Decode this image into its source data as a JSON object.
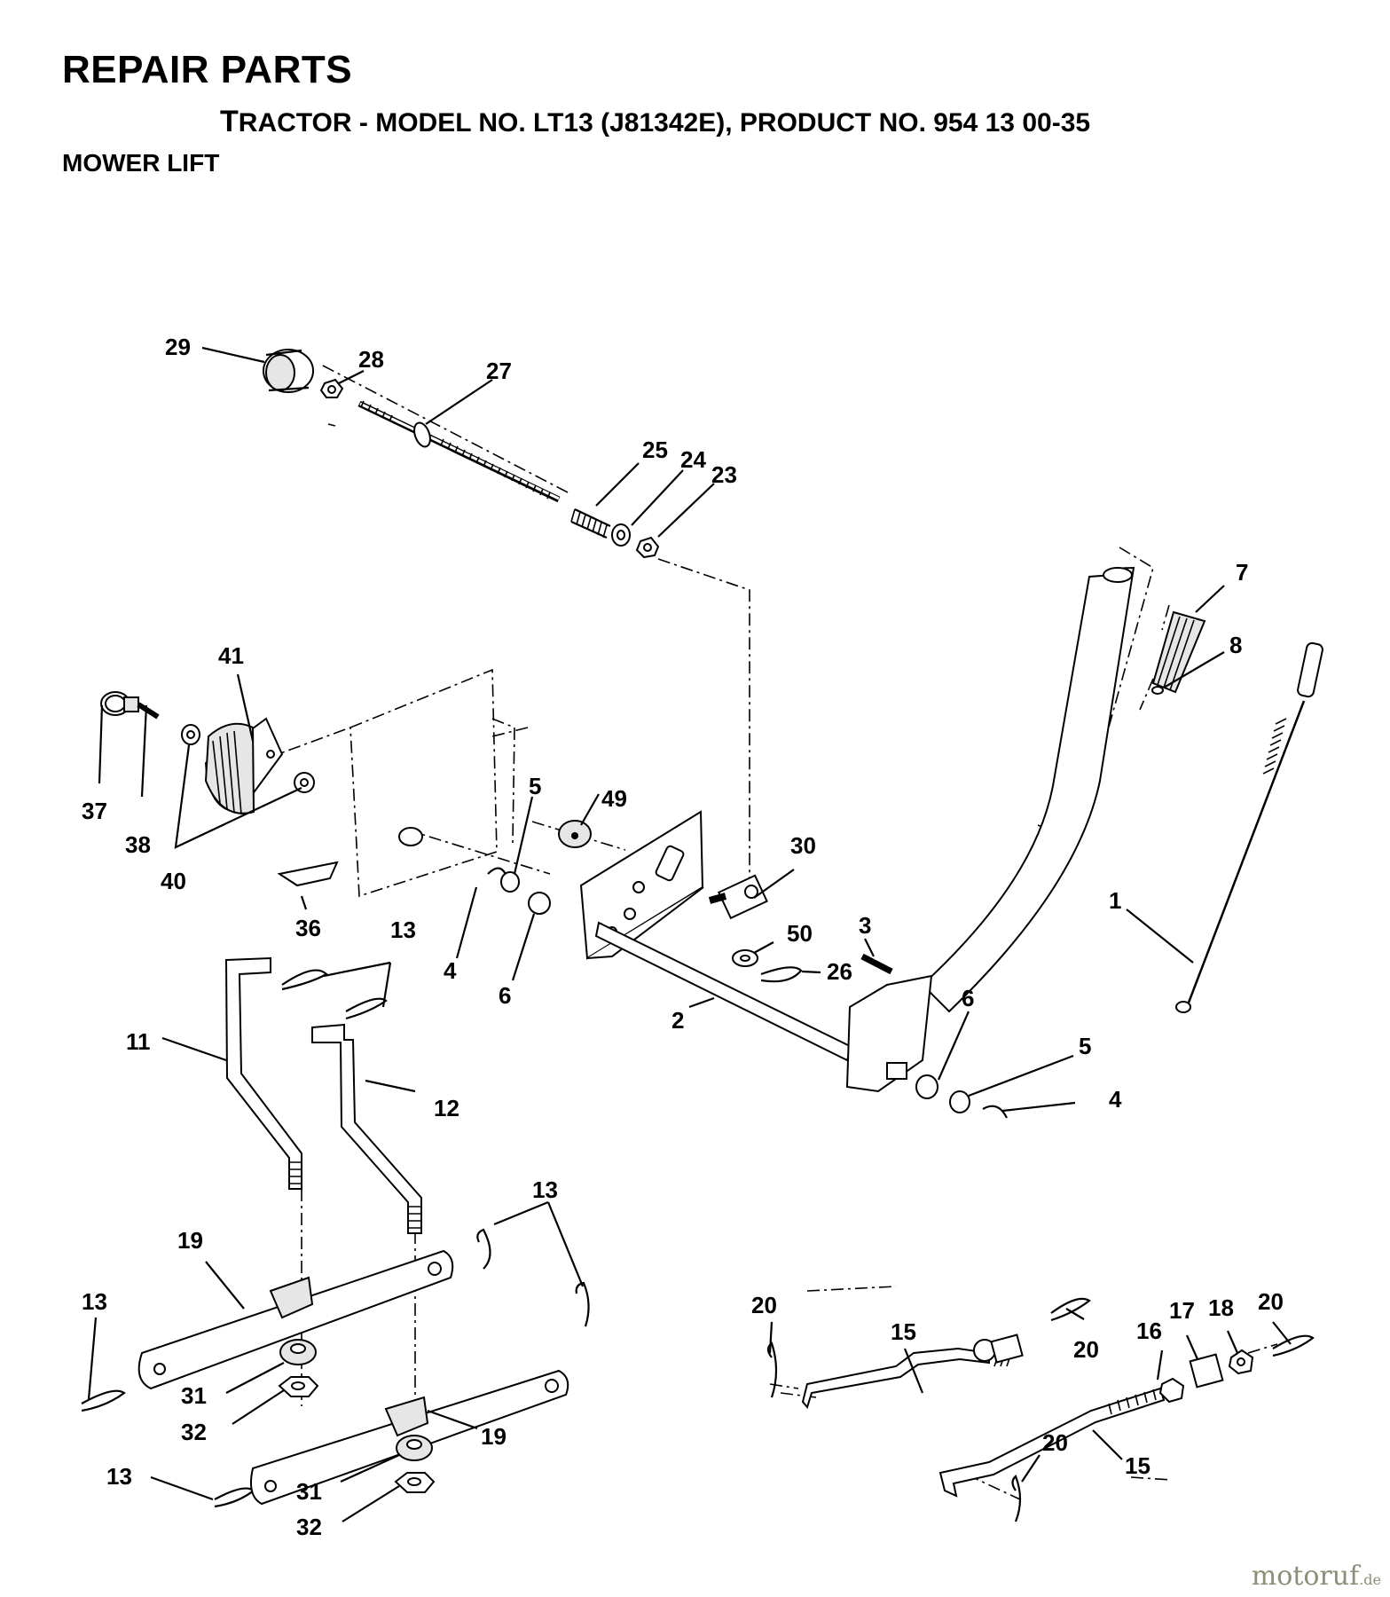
{
  "header": {
    "title": "REPAIR PARTS",
    "subtitle_first": "T",
    "subtitle_rest": "RACTOR - MODEL NO. LT13 (J81342E), PRODUCT NO. 954 13 00-35",
    "section": "MOWER LIFT"
  },
  "labels": {
    "p29": "29",
    "p28": "28",
    "p27": "27",
    "p25": "25",
    "p24": "24",
    "p23": "23",
    "p7": "7",
    "p8": "8",
    "p41": "41",
    "p37": "37",
    "p38": "38",
    "p40": "40",
    "p5a": "5",
    "p49": "49",
    "p30": "30",
    "p36": "36",
    "p13a": "13",
    "p4a": "4",
    "p6a": "6",
    "p50": "50",
    "p3": "3",
    "p26": "26",
    "p1": "1",
    "p2": "2",
    "p11": "11",
    "p12": "12",
    "p6b": "6",
    "p5b": "5",
    "p4b": "4",
    "p13b": "13",
    "p19a": "19",
    "p13c": "13",
    "p31a": "31",
    "p32a": "32",
    "p19b": "19",
    "p13d": "13",
    "p31b": "31",
    "p32b": "32",
    "p20a": "20",
    "p15a": "15",
    "p20b": "20",
    "p16": "16",
    "p17": "17",
    "p18": "18",
    "p20c": "20",
    "p20d": "20",
    "p15b": "15"
  },
  "watermark": {
    "name": "motoruf",
    "tld": ".de"
  }
}
